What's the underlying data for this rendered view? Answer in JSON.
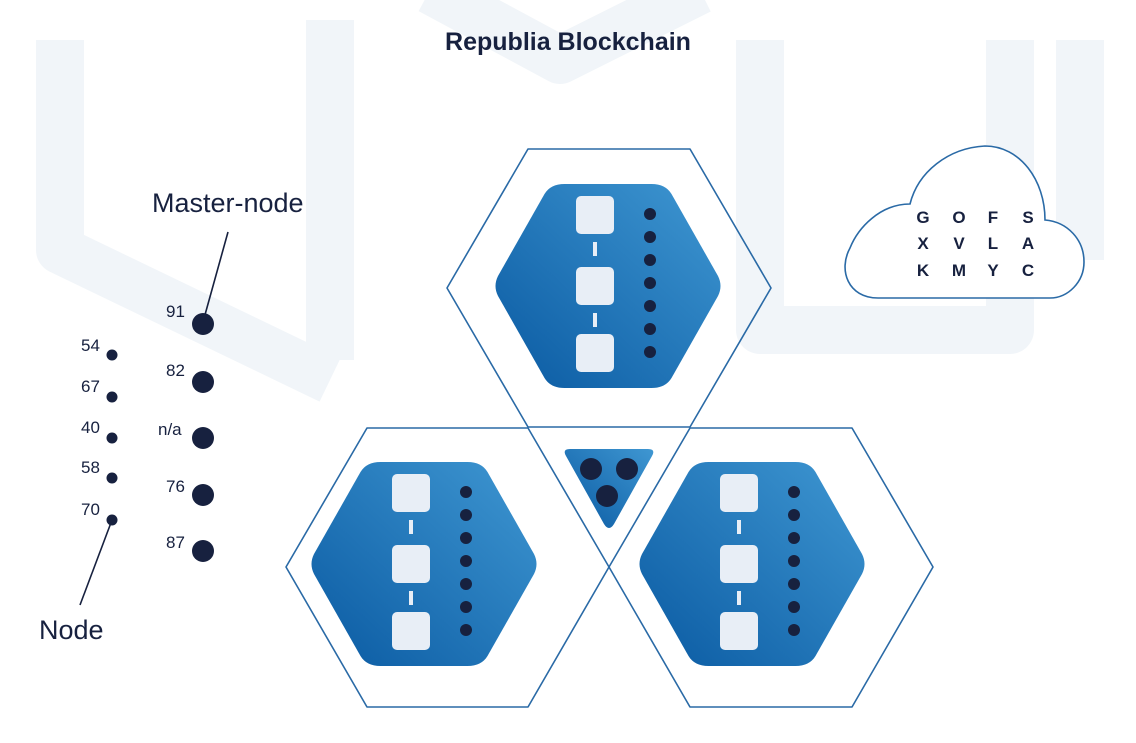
{
  "title": "Republia Blockchain",
  "labels": {
    "master_node": "Master-node",
    "node": "Node"
  },
  "node_values": [
    "54",
    "67",
    "40",
    "58",
    "70"
  ],
  "master_node_values": [
    "91",
    "82",
    "n/a",
    "76",
    "87"
  ],
  "cloud_letters": [
    [
      "G",
      "O",
      "F",
      "S"
    ],
    [
      "X",
      "V",
      "L",
      "A"
    ],
    [
      "K",
      "M",
      "Y",
      "C"
    ]
  ],
  "colors": {
    "text": "#17213f",
    "hex_outline": "#2a6aa6",
    "hex_fill_dark": "#0e5fa6",
    "hex_fill_light": "#3b93d0",
    "block_fill": "#e6edf5",
    "watermark": "#eef3f8"
  }
}
